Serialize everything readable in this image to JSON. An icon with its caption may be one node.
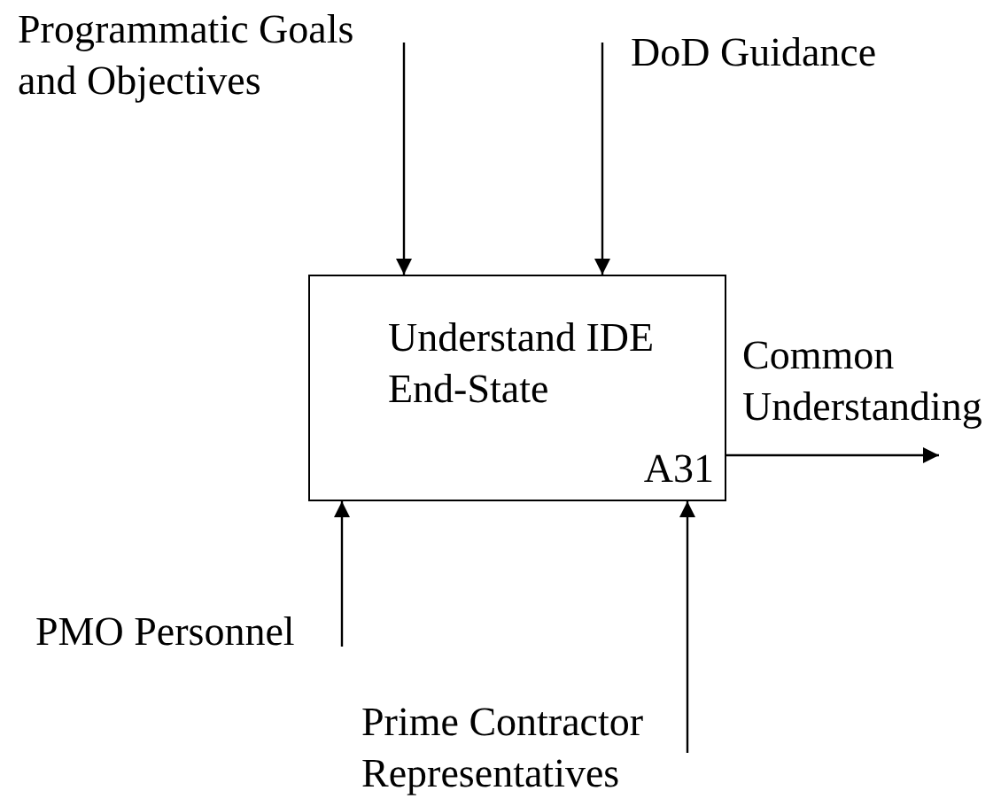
{
  "diagram": {
    "nodes": [
      {
        "text": [
          "Programmatic Goals and Objectives"
        ]
      },
      {
        "text": [
          "DoD Guidance"
        ]
      },
      {
        "text": [
          "Understand IDE End-State",
          "A31"
        ]
      },
      {
        "text": [
          "PMO Personnel"
        ]
      },
      {
        "text": [
          "Prime Contractor Representatives"
        ]
      }
    ],
    "edges": [
      {
        "from": 0,
        "to": 2,
        "arrow": "to"
      },
      {
        "from": 1,
        "to": 2,
        "arrow": "to"
      },
      {
        "from": 3,
        "to": 2,
        "arrow": "to"
      },
      {
        "from": 4,
        "to": 2,
        "arrow": "to"
      },
      {
        "from": 2,
        "to": null,
        "label": "Common Understanding",
        "arrow": "to"
      }
    ]
  }
}
